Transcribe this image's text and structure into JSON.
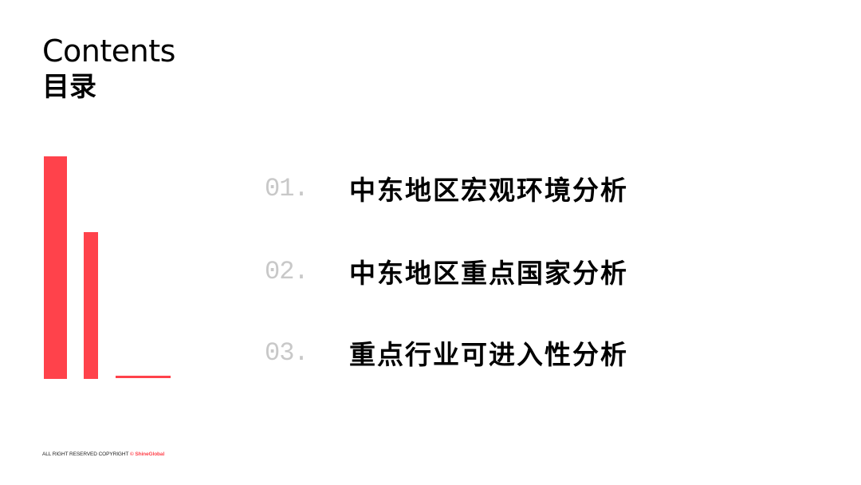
{
  "header": {
    "title_en": "Contents",
    "title_cn": "目录"
  },
  "decoration": {
    "accent_color": "#ff424b",
    "bars": [
      "tall-bar",
      "medium-bar",
      "flat-line"
    ]
  },
  "toc": {
    "items": [
      {
        "number": "01.",
        "label": "中东地区宏观环境分析"
      },
      {
        "number": "02.",
        "label": "中东地区重点国家分析"
      },
      {
        "number": "03.",
        "label": "重点行业可进入性分析"
      }
    ]
  },
  "footer": {
    "copyright_text": "ALL RIGHT RESERVED COPYRIGHT",
    "brand": "© ShineGlobal"
  }
}
